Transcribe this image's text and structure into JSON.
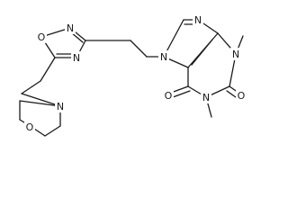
{
  "molecule": {
    "atom_labels": {
      "oxadiazole_o": "O",
      "oxadiazole_n2": "N",
      "oxadiazole_n4": "N",
      "morpholine_n": "N",
      "morpholine_o": "O",
      "purine_n7": "N",
      "purine_n9": "N",
      "purine_n3": "N",
      "purine_n1": "N",
      "carbonyl_o6": "O",
      "carbonyl_o2": "O"
    }
  }
}
